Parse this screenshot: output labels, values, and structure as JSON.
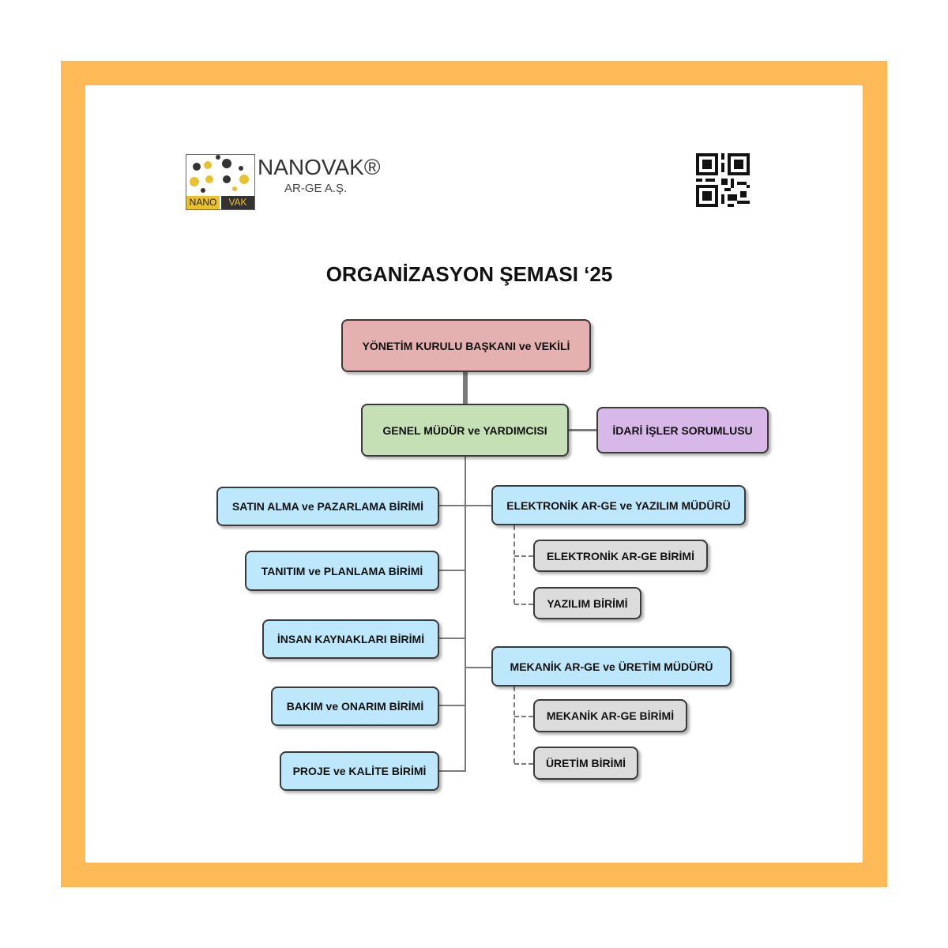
{
  "logo": {
    "brand": "NANOVAK®",
    "subtitle": "AR-GE A.Ş.",
    "nano": "NANO",
    "vak": "VAK"
  },
  "title": "ORGANİZASYON ŞEMASI ‘25",
  "colors": {
    "frame": "#FDBA56",
    "board": "#E4B1B0",
    "general": "#C5E0B4",
    "admin": "#D7B8E8",
    "unit": "#BDE8FB",
    "subunit": "#DCDCDC"
  },
  "nodes": {
    "board": "YÖNETİM KURULU BAŞKANI  ve  VEKİLİ",
    "general": "GENEL MÜDÜR  ve  YARDIMCISI",
    "admin": "İDARİ İŞLER SORUMLUSU",
    "left": [
      "SATIN ALMA ve PAZARLAMA BİRİMİ",
      "TANITIM ve PLANLAMA BİRİMİ",
      "İNSAN KAYNAKLARI BİRİMİ",
      "BAKIM ve ONARIM BİRİMİ",
      "PROJE ve KALİTE BİRİMİ"
    ],
    "electronics_manager": "ELEKTRONİK AR-GE ve YAZILIM MÜDÜRÜ",
    "electronics_units": [
      "ELEKTRONİK AR-GE BİRİMİ",
      "YAZILIM BİRİMİ"
    ],
    "mechanics_manager": "MEKANİK AR-GE ve ÜRETİM MÜDÜRÜ",
    "mechanics_units": [
      "MEKANİK AR-GE BİRİMİ",
      "ÜRETİM BİRİMİ"
    ]
  }
}
